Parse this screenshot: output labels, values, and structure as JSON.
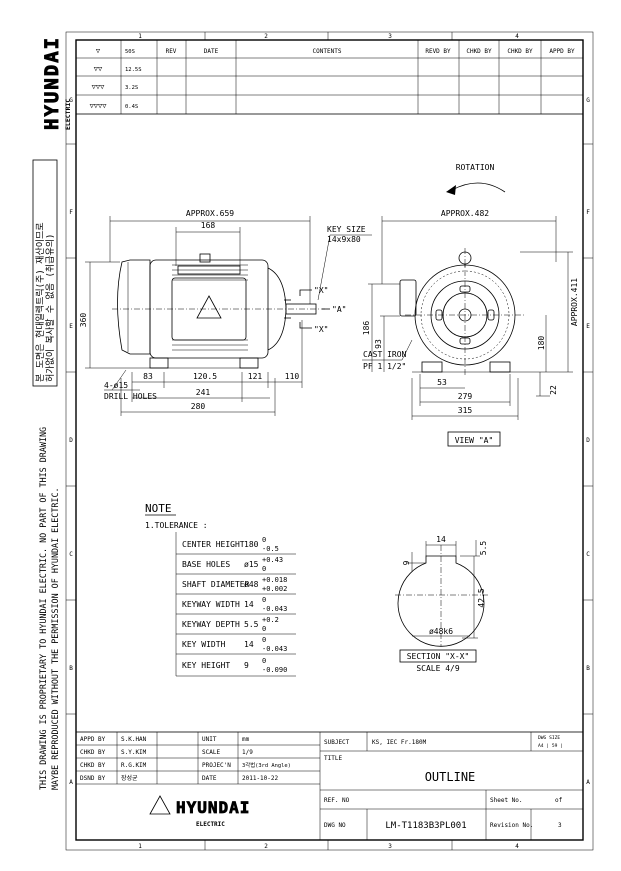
{
  "brand": {
    "name": "HYUNDAI",
    "sub": "ELECTRIC"
  },
  "side_korean": {
    "line1": "본 도면은 현대일렉트릭(주) 재산이므로",
    "line2": "허가없이 복사할 수 없음 (취급유의)"
  },
  "side_notice": {
    "line1": "THIS DRAWING IS PROPRIETARY TO HYUNDAI ELECTRIC.  NO PART OF THIS DRAWING",
    "line2": "MAYBE REPRODUCED WITHOUT THE PERMISSION OF HYUNDAI ELECTRIC."
  },
  "zones": {
    "cols": [
      "1",
      "2",
      "3",
      "4"
    ],
    "rows": [
      "G",
      "F",
      "E",
      "D",
      "C",
      "B",
      "A"
    ]
  },
  "finish": {
    "symbols": [
      "▽",
      "▽▽",
      "▽▽▽",
      "▽▽▽▽"
    ],
    "values": [
      "50S",
      "12.5S",
      "3.2S",
      "0.4S"
    ]
  },
  "revision_header": {
    "rev": "REV",
    "date": "DATE",
    "contents": "CONTENTS",
    "revd_by": "REVD BY",
    "chkd_by_1": "CHKD BY",
    "chkd_by_2": "CHKD BY",
    "appd_by": "APPD BY"
  },
  "views": {
    "rotation": "ROTATION",
    "approx_659": "APPROX.659",
    "approx_482": "APPROX.482",
    "approx_411": "APPROX.411",
    "dim_168": "168",
    "dim_360": "360",
    "dim_186": "186",
    "dim_93": "93",
    "dim_180": "180",
    "dim_22": "22",
    "dim_83": "83",
    "dim_120_5": "120.5",
    "dim_121": "121",
    "dim_110": "110",
    "dim_241": "241",
    "dim_280": "280",
    "dim_53": "53",
    "dim_279": "279",
    "dim_315": "315",
    "key_size": "KEY SIZE",
    "key_size_value": "14x9x80",
    "cast_iron": "CAST IRON",
    "pf": "PF 1 1/2\"",
    "holes": "4-ø15",
    "drill_holes": "DRILL HOLES",
    "view_a_label": "VIEW \"A\"",
    "arrow_a": "\"A\"",
    "arrow_x1": "\"X\"",
    "arrow_x2": "\"X\""
  },
  "notes": {
    "title": "NOTE",
    "tolerance": "1.TOLERANCE :",
    "rows": [
      {
        "label": "CENTER HEIGHT",
        "nominal": "180",
        "upper": "0",
        "lower": "-0.5"
      },
      {
        "label": "BASE HOLES",
        "nominal": "ø15",
        "upper": "+0.43",
        "lower": "0"
      },
      {
        "label": "SHAFT DIAMETER",
        "nominal": "ø48",
        "upper": "+0.018",
        "lower": "+0.002"
      },
      {
        "label": "KEYWAY WIDTH",
        "nominal": "14",
        "upper": "0",
        "lower": "-0.043"
      },
      {
        "label": "KEYWAY DEPTH",
        "nominal": "5.5",
        "upper": "+0.2",
        "lower": "0"
      },
      {
        "label": "KEY WIDTH",
        "nominal": "14",
        "upper": "0",
        "lower": "-0.043"
      },
      {
        "label": "KEY HEIGHT",
        "nominal": "9",
        "upper": "0",
        "lower": "-0.090"
      }
    ]
  },
  "section": {
    "dim_14": "14",
    "dim_5_5": "5.5",
    "dim_9": "9",
    "dim_42_5": "42.5",
    "dia": "ø48k6",
    "label": "SECTION \"X-X\"",
    "scale": "SCALE 4/9"
  },
  "title_block": {
    "appd_by": "APPD  BY",
    "chkd_by": "CHKD  BY",
    "chkd_by2": "CHKD  BY",
    "dsnd_by": "DSND  BY",
    "appd_name": "S.K.HAN",
    "chkd_name": "S.Y.KIM",
    "chkd_name2": "R.G.KIM",
    "dsnd_name": "장성균",
    "unit_label": "UNIT",
    "unit_value": "mm",
    "scale_label": "SCALE",
    "scale_value": "1/9",
    "projection_label": "PROJEC'N",
    "projection_value": "3각법(3rd Angle)",
    "date_label": "DATE",
    "date_value": "2011-10-22",
    "subject_label": "SUBJECT",
    "subject_value": "KS, IEC Fr.180M",
    "dwg_size_label": "DWG SIZE",
    "dwg_size_value": "A4 | 59 |",
    "title_label": "TITLE",
    "title_value": "OUTLINE",
    "ref_no_label": "REF. NO",
    "sheet_label": "Sheet No.",
    "sheet_of": "of",
    "dwg_no_label": "DWG  NO",
    "dwg_no_value": "LM-T1183B3PL001",
    "revision_label": "Revision No.",
    "revision_value": "3"
  }
}
